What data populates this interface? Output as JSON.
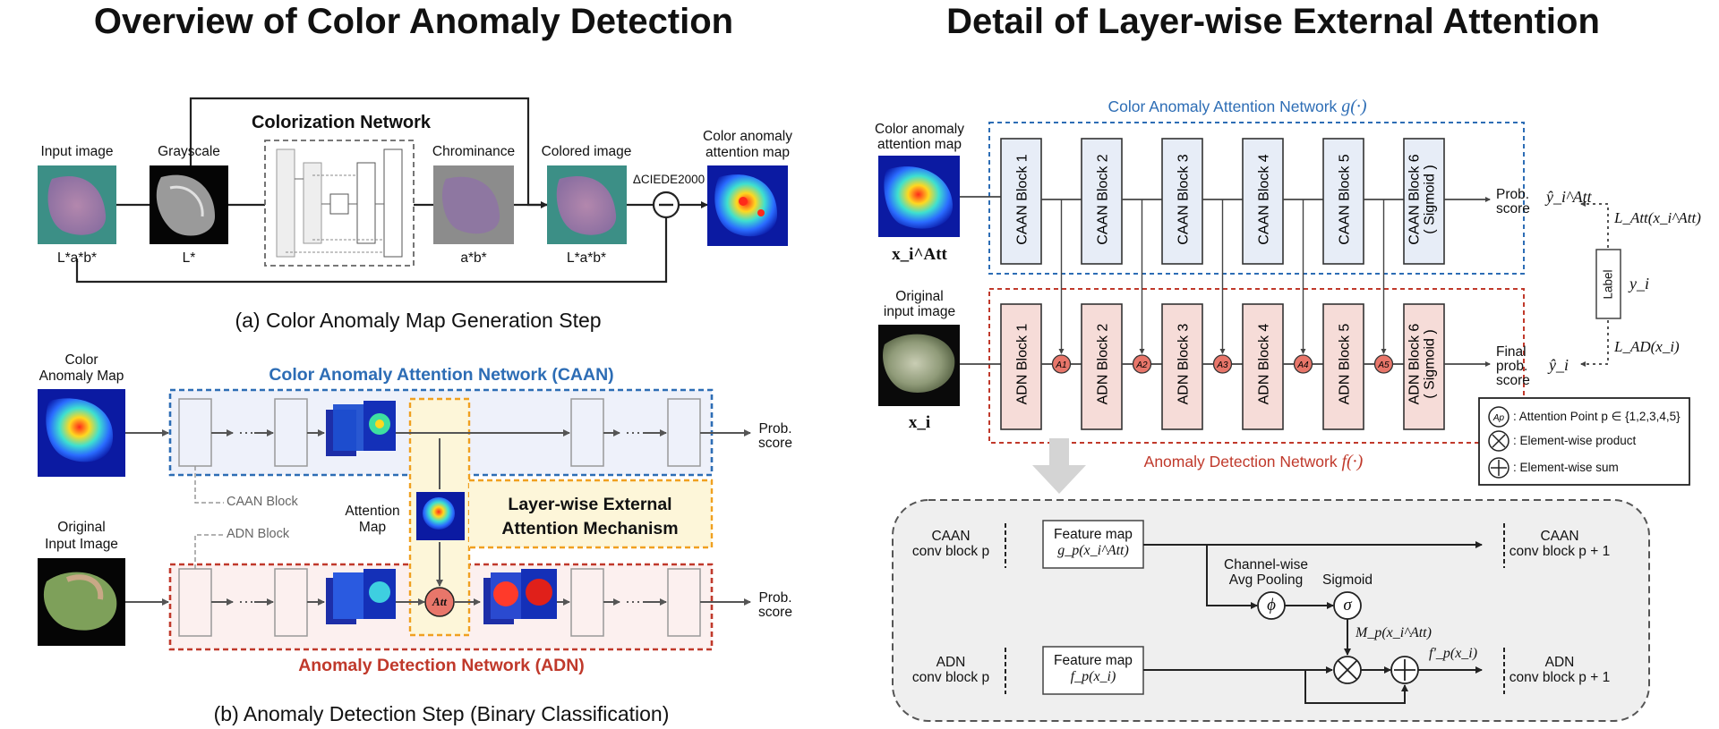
{
  "titles": {
    "left": "Overview of Color Anomaly Detection",
    "right": "Detail of Layer-wise External Attention"
  },
  "panel_a": {
    "colorization_network": "Colorization Network",
    "input_image": "Input image",
    "grayscale": "Grayscale",
    "chrominance": "Chrominance",
    "colored_image": "Colored image",
    "attention_map_line1": "Color anomaly",
    "attention_map_line2": "attention map",
    "lab1": "L*a*b*",
    "l_only": "L*",
    "ab_only": "a*b*",
    "lab2": "L*a*b*",
    "ciede": "ΔCIEDE2000",
    "caption": "(a) Color Anomaly Map Generation Step"
  },
  "panel_b": {
    "color_map_line1": "Color",
    "color_map_line2": "Anomaly Map",
    "original_line1": "Original",
    "original_line2": "Input Image",
    "caan_title": "Color Anomaly Attention Network (CAAN)",
    "adn_title": "Anomaly Detection Network (ADN)",
    "caan_block": "CAAN Block",
    "adn_block": "ADN Block",
    "attention_map_line1": "Attention",
    "attention_map_line2": "Map",
    "mechanism_line1": "Layer-wise External",
    "mechanism_line2": "Attention Mechanism",
    "att": "Att",
    "prob_line1": "Prob.",
    "prob_line2": "score",
    "caption": "(b) Anomaly Detection Step (Binary Classification)"
  },
  "detail": {
    "caan_net_title": "Color Anomaly Attention Network",
    "caan_net_fn": "g(·)",
    "adn_net_title": "Anomaly Detection Network",
    "adn_net_fn": "f(·)",
    "color_map_line1": "Color anomaly",
    "color_map_line2": "attention map",
    "x_att": "x_i^Att",
    "original_line1": "Original",
    "original_line2": "input image",
    "x_i": "x_i",
    "caan_blocks": [
      "CAAN Block 1",
      "CAAN Block 2",
      "CAAN Block 3",
      "CAAN Block 4",
      "CAAN Block 5",
      "CAAN Block 6"
    ],
    "caan_block6_sub": "( Sigmoid )",
    "adn_blocks": [
      "ADN Block 1",
      "ADN Block 2",
      "ADN Block 3",
      "ADN Block 4",
      "ADN Block 5",
      "ADN Block 6"
    ],
    "adn_block6_sub": "( Sigmoid )",
    "attention_points": [
      "A1",
      "A2",
      "A3",
      "A4",
      "A5"
    ],
    "prob_score_line1": "Prob.",
    "prob_score_line2": "score",
    "y_att": "ŷ_i^Att",
    "final_line1": "Final",
    "final_line2": "prob.",
    "final_line3": "score",
    "y_hat": "ŷ_i",
    "label": "Label",
    "y_i": "y_i",
    "loss_att": "L_Att(x_i^Att)",
    "loss_ad": "L_AD(x_i)",
    "legend": {
      "attention_point": ": Attention Point p ∈ {1,2,3,4,5}",
      "product": ": Element-wise product",
      "sum": ": Element-wise sum"
    }
  },
  "mechanism": {
    "caan_line1": "CAAN",
    "caan_line2": "conv block p",
    "adn_line1": "ADN",
    "adn_line2": "conv block p",
    "feature_map": "Feature map",
    "g_fm": "g_p(x_i^Att)",
    "f_fm": "f_p(x_i)",
    "pooling_line1": "Channel-wise",
    "pooling_line2": "Avg Pooling",
    "sigmoid": "Sigmoid",
    "phi": "ϕ",
    "sigma": "σ",
    "m_p": "M_p(x_i^Att)",
    "f_prime": "f'_p(x_i)",
    "caan_next_line1": "CAAN",
    "caan_next_line2": "conv block p + 1",
    "adn_next_line1": "ADN",
    "adn_next_line2": "conv block p + 1"
  },
  "colors": {
    "caan_blue": "#2d6db5",
    "adn_red": "#c0392b",
    "yellow": "#f0a020",
    "attention_point": "#e8766a",
    "caan_block_fill": "#e7edf7",
    "adn_block_fill": "#f6dcd8"
  }
}
